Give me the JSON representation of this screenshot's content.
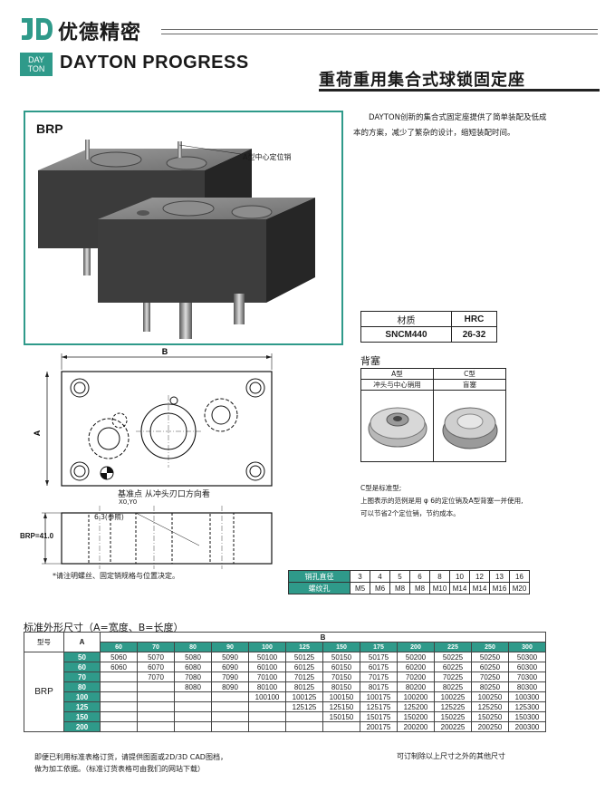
{
  "header": {
    "brand_cn": "优德精密",
    "brand_en": "DAYTON PROGRESS",
    "logo_text": [
      "DAY",
      "TON"
    ],
    "page_title": "重荷重用集合式球锁固定座"
  },
  "product": {
    "code": "BRP",
    "callout": "A型中心定位销"
  },
  "intro": "DAYTON创新的集合式固定座提供了简单装配及低成本的方案，减少了繁杂的设计，缩短装配时间。",
  "material": {
    "headers": [
      "材质",
      "HRC"
    ],
    "row": [
      "SNCM440",
      "26-32"
    ]
  },
  "backplug": {
    "heading": "背塞",
    "types": [
      "A型",
      "C型"
    ],
    "descriptions": [
      "冲头与中心销用",
      "盲塞"
    ]
  },
  "c_note": {
    "line1": "C型是标准型;",
    "line2": "上图表示的范例是用 φ 6的定位销及A型背塞一并使用,",
    "line3": "可以节省2个定位销，节约成本。"
  },
  "drawing": {
    "dim_b": "B",
    "dim_a": "A",
    "datum": "基准点  从冲头刃口方向看",
    "origin": "X0,Y0",
    "ref": "6.3(参照)",
    "brp_height": "BRP=41.0",
    "note": "*请注明螺丝、固定销规格与位置决定。"
  },
  "pin_table": {
    "row1_label": "销孔直径",
    "row1": [
      "3",
      "4",
      "5",
      "6",
      "8",
      "10",
      "12",
      "13",
      "16"
    ],
    "row2_label": "螺纹孔",
    "row2": [
      "M5",
      "M6",
      "M8",
      "M8",
      "M10",
      "M14",
      "M14",
      "M16",
      "M20"
    ]
  },
  "std": {
    "title": "标准外形尺寸（A=宽度、B=长度）",
    "col_type": "型号",
    "col_a": "A",
    "col_b": "B",
    "group": "BRP",
    "b_values": [
      "60",
      "70",
      "80",
      "90",
      "100",
      "125",
      "150",
      "175",
      "200",
      "225",
      "250",
      "300"
    ],
    "rows": [
      {
        "a": "50",
        "cells": [
          "5060",
          "5070",
          "5080",
          "5090",
          "50100",
          "50125",
          "50150",
          "50175",
          "50200",
          "50225",
          "50250",
          "50300"
        ]
      },
      {
        "a": "60",
        "cells": [
          "6060",
          "6070",
          "6080",
          "6090",
          "60100",
          "60125",
          "60150",
          "60175",
          "60200",
          "60225",
          "60250",
          "60300"
        ]
      },
      {
        "a": "70",
        "cells": [
          "",
          "7070",
          "7080",
          "7090",
          "70100",
          "70125",
          "70150",
          "70175",
          "70200",
          "70225",
          "70250",
          "70300"
        ]
      },
      {
        "a": "80",
        "cells": [
          "",
          "",
          "8080",
          "8090",
          "80100",
          "80125",
          "80150",
          "80175",
          "80200",
          "80225",
          "80250",
          "80300"
        ]
      },
      {
        "a": "100",
        "cells": [
          "",
          "",
          "",
          "",
          "100100",
          "100125",
          "100150",
          "100175",
          "100200",
          "100225",
          "100250",
          "100300"
        ]
      },
      {
        "a": "125",
        "cells": [
          "",
          "",
          "",
          "",
          "",
          "125125",
          "125150",
          "125175",
          "125200",
          "125225",
          "125250",
          "125300"
        ]
      },
      {
        "a": "150",
        "cells": [
          "",
          "",
          "",
          "",
          "",
          "",
          "150150",
          "150175",
          "150200",
          "150225",
          "150250",
          "150300"
        ]
      },
      {
        "a": "200",
        "cells": [
          "",
          "",
          "",
          "",
          "",
          "",
          "",
          "200175",
          "200200",
          "200225",
          "200250",
          "200300"
        ]
      }
    ]
  },
  "footer": {
    "left1": "即便已利用标准表格订货，请提供图面或2D/3D CAD图档，",
    "left2": "做为加工依据。（标准订货表格可由我们的网站下载）",
    "right": "可订制除以上尺寸之外的其他尺寸"
  },
  "colors": {
    "accent": "#2f9a8a",
    "text": "#1a1a1a"
  }
}
